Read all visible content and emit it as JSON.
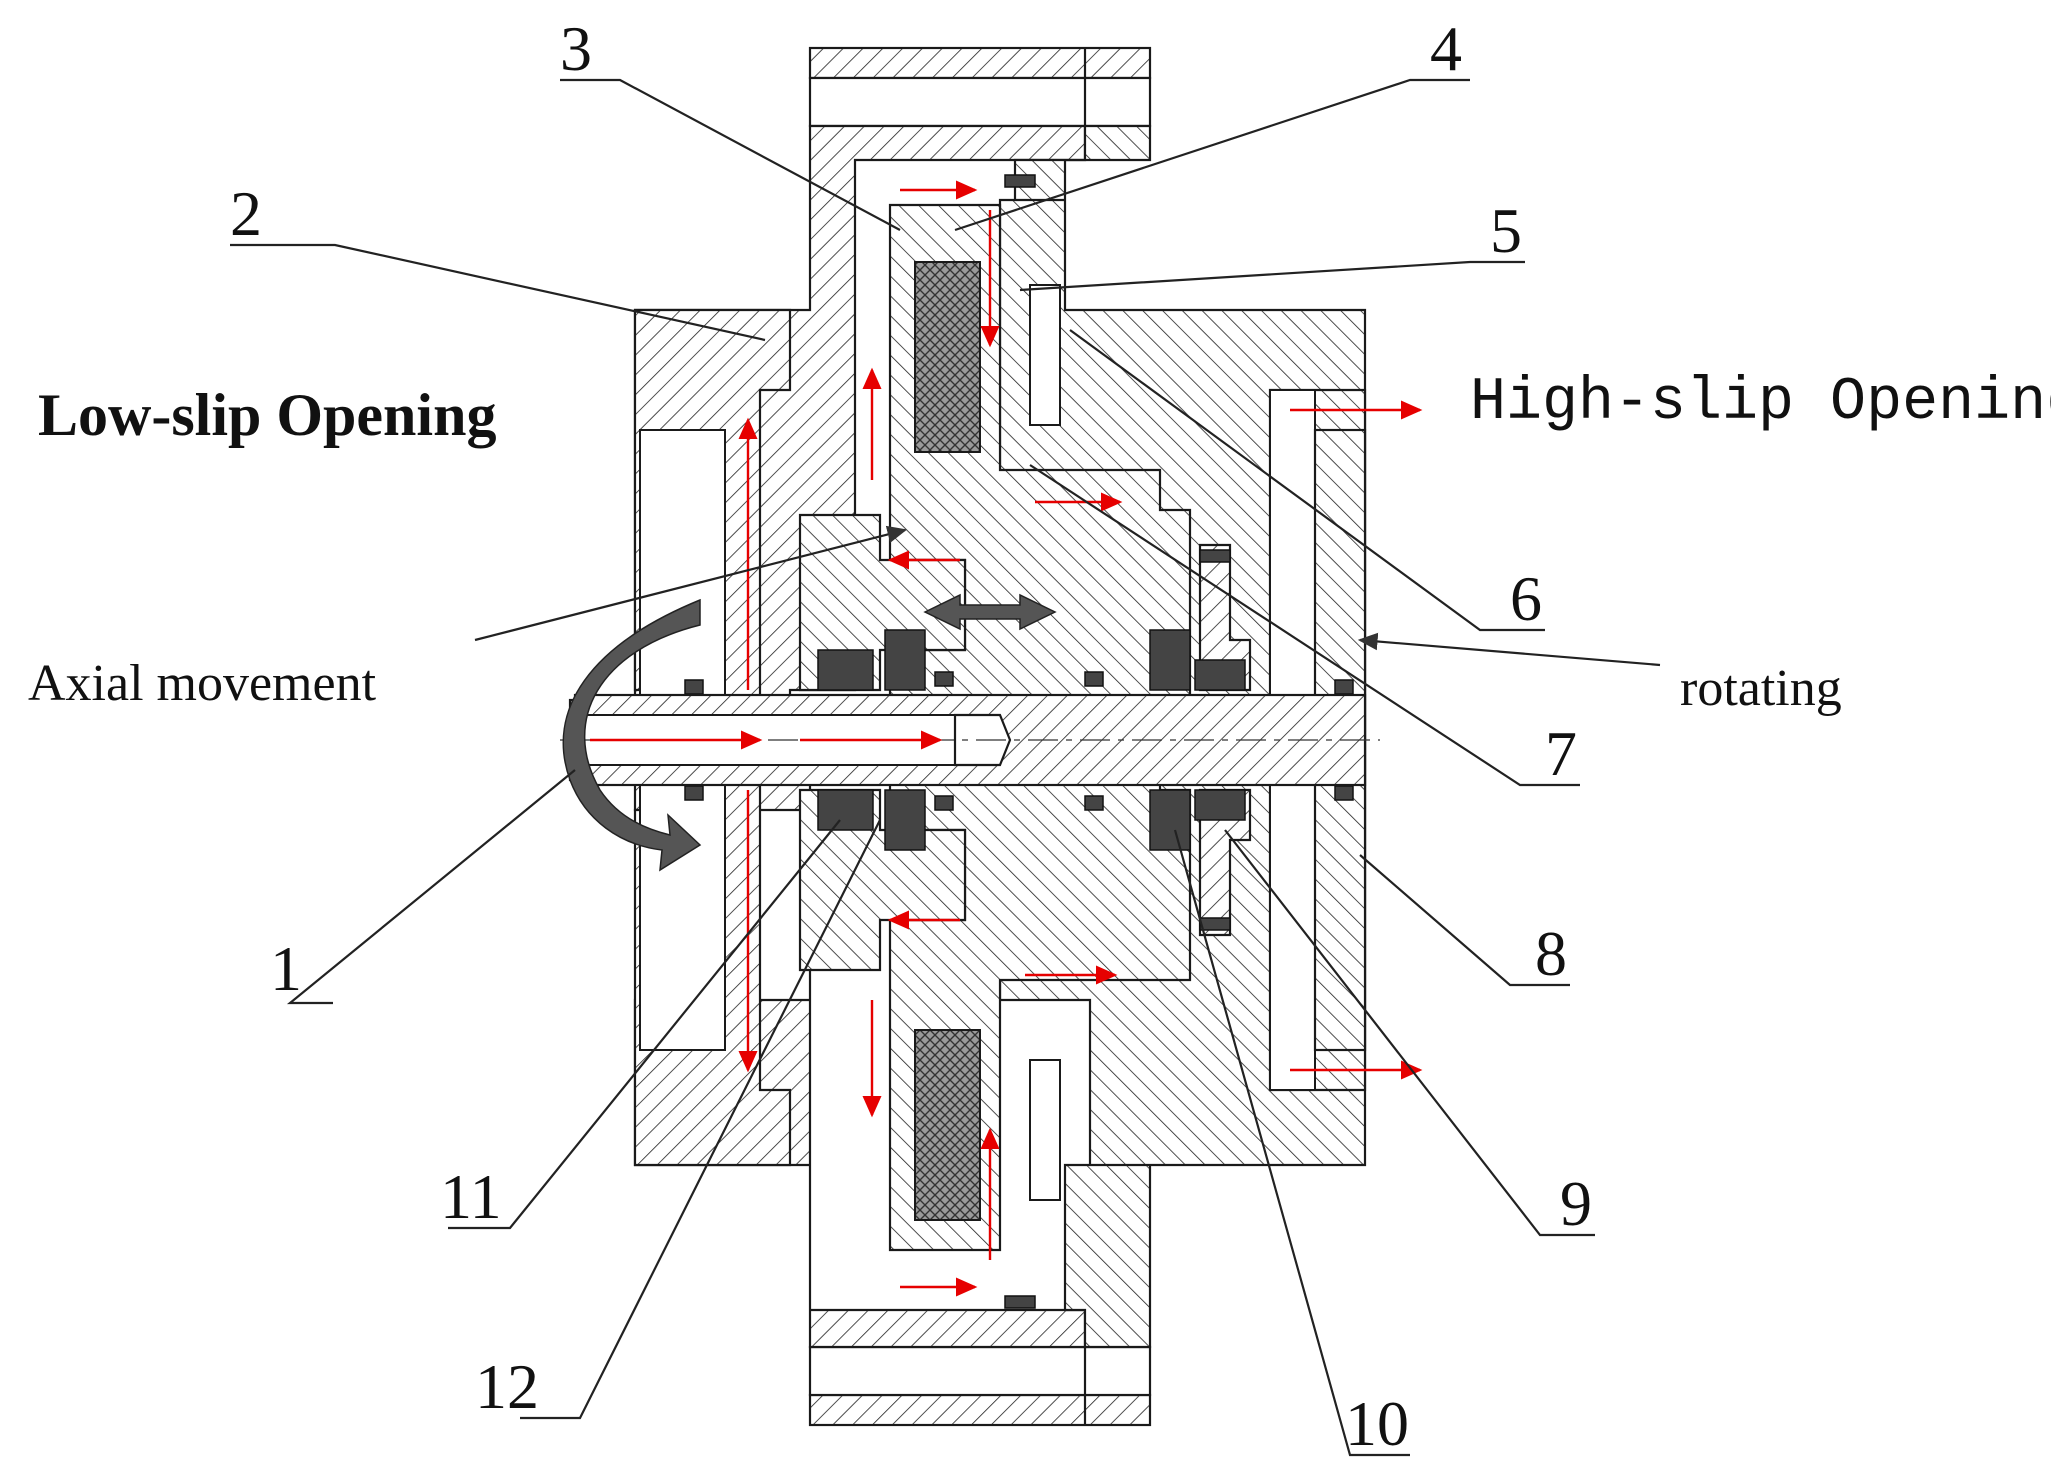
{
  "labels": {
    "low_slip": "Low-slip Opening",
    "high_slip": "High-slip Opening",
    "axial": "Axial movement",
    "rotating": "rotating"
  },
  "part_numbers": [
    "1",
    "2",
    "3",
    "4",
    "5",
    "6",
    "7",
    "8",
    "9",
    "10",
    "11",
    "12"
  ],
  "colors": {
    "flow": "#e60000",
    "outline": "#1a1a1a",
    "arrow_dark": "#555555"
  }
}
